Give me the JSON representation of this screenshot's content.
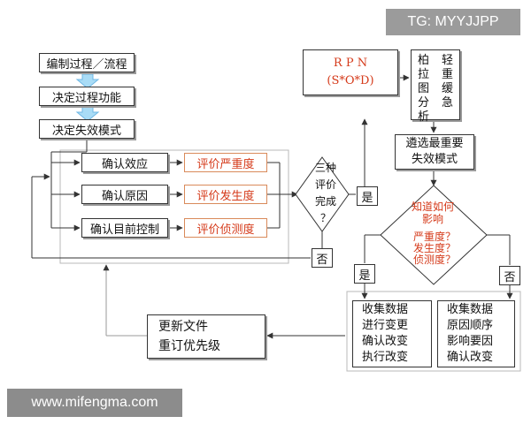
{
  "watermarks": {
    "top": "TG: MYYJJPP",
    "bottom": "www.mifengma.com"
  },
  "flow": {
    "step1": "编制过程／流程",
    "step2": "决定过程功能",
    "step3": "决定失效模式"
  },
  "rows": [
    {
      "action": "确认效应",
      "evaluate": "评价严重度"
    },
    {
      "action": "确认原因",
      "evaluate": "评价发生度"
    },
    {
      "action": "确认目前控制",
      "evaluate": "评价侦测度"
    }
  ],
  "decision1": {
    "lines": [
      "三种",
      "评价",
      "完成",
      "？"
    ],
    "yes": "是",
    "no": "否"
  },
  "rpn": {
    "line1": "R P N",
    "line2": "(S*O*D)"
  },
  "pareto_chars": [
    "柏",
    "拉",
    "图",
    "分",
    "析"
  ],
  "priority_chars": [
    "轻",
    "重",
    "缓",
    "急"
  ],
  "select_box": [
    "遴选最重要",
    "失效模式"
  ],
  "decision2": {
    "lines": [
      "知道如何",
      "影响"
    ],
    "questions": [
      "严重度？",
      "发生度？",
      "侦测度？"
    ],
    "yes": "是",
    "no": "否"
  },
  "collect_yes": [
    "收集数据",
    "进行变更",
    "确认改变",
    "执行改变"
  ],
  "collect_no": [
    "收集数据",
    "原因顺序",
    "影响要因",
    "确认改变"
  ],
  "update_box": [
    "更新文件",
    "重订优先级"
  ],
  "colors": {
    "accent_red": "#d53a1a",
    "arrow_blue": "#7fc7ee",
    "line": "#333333"
  }
}
